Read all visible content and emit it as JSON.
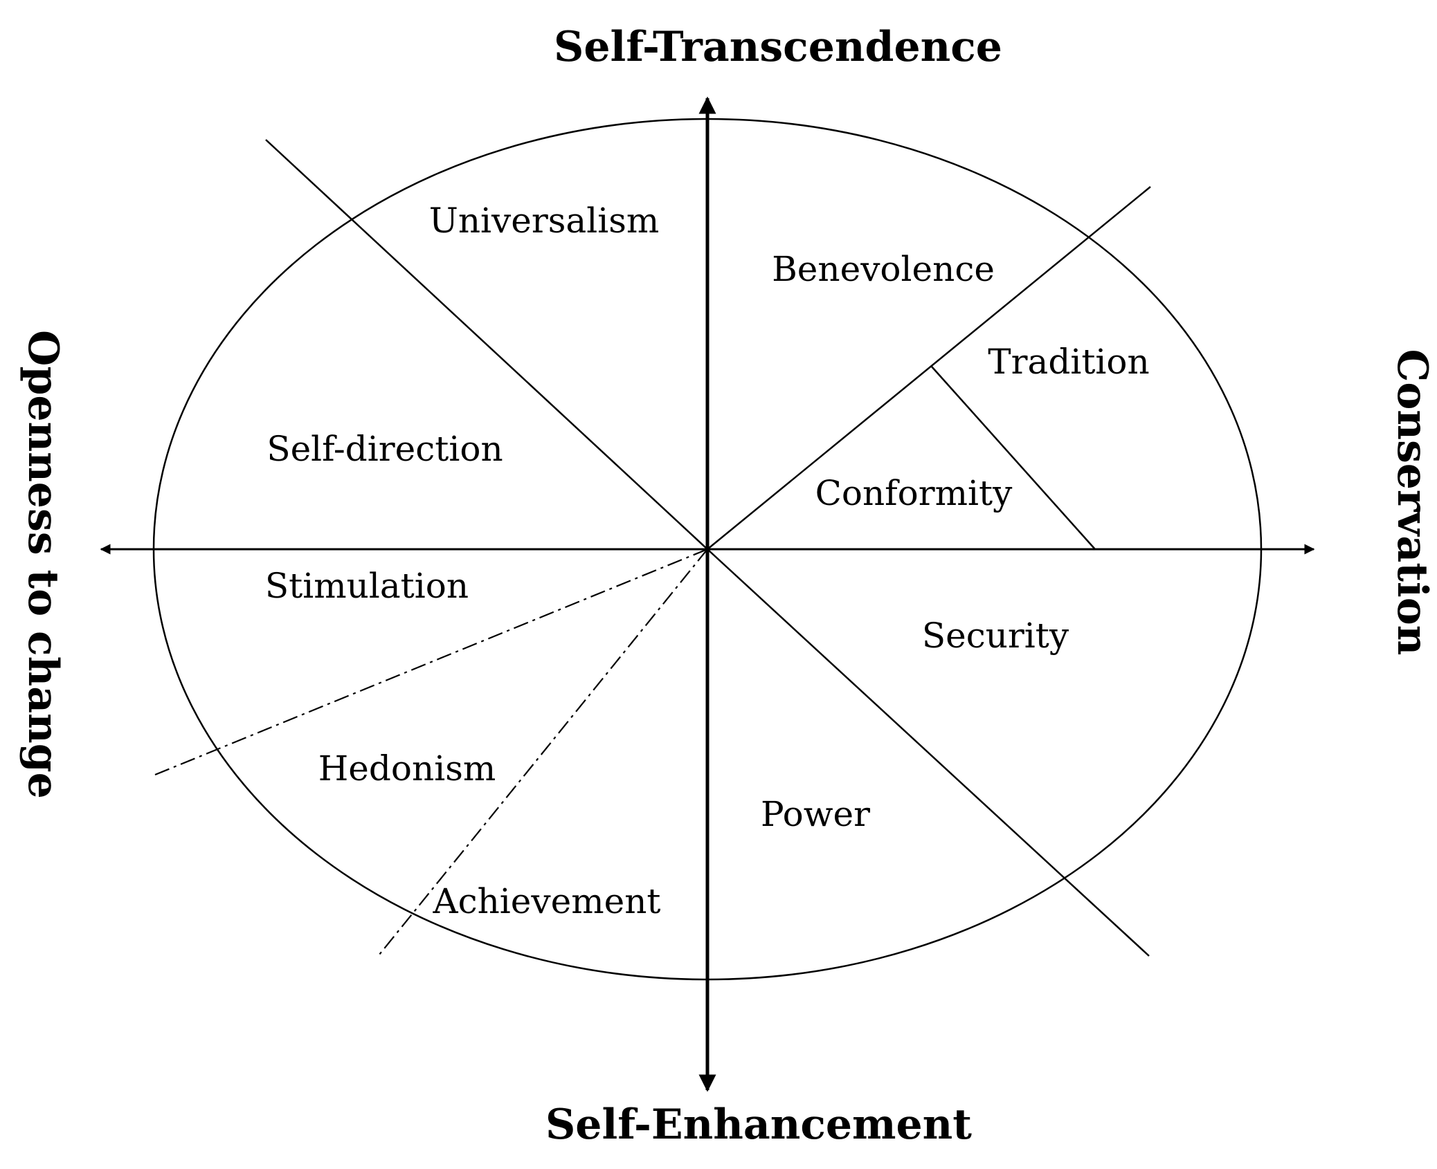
{
  "axes": {
    "top": "Self-Transcendence",
    "bottom": "Self-Enhancement",
    "left": "Openness to change",
    "right": "Conservation"
  },
  "values": {
    "universalism": "Universalism",
    "benevolence": "Benevolence",
    "tradition": "Tradition",
    "conformity": "Conformity",
    "self_direction": "Self-direction",
    "stimulation": "Stimulation",
    "hedonism": "Hedonism",
    "achievement": "Achievement",
    "power": "Power",
    "security": "Security"
  },
  "colors": {
    "ink": "#000000",
    "background": "#ffffff"
  }
}
